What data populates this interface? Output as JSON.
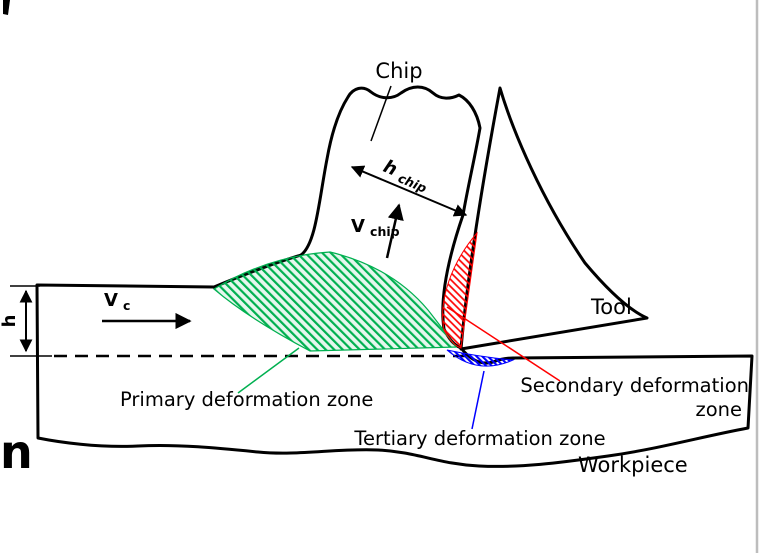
{
  "figure": {
    "chip_label": "Chip",
    "tool_label": "Tool",
    "workpiece_label": "Workpiece",
    "primary_zone_label": "Primary deformation zone",
    "secondary_zone_label_line1": "Secondary deformation",
    "secondary_zone_label_line2": "zone",
    "tertiary_zone_label": "Tertiary deformation zone",
    "h_chip": {
      "main": "h",
      "sub": "chip"
    },
    "v_chip": {
      "main": "V",
      "sub": "chip"
    },
    "v_c": {
      "main": "V",
      "sub": "c"
    },
    "h_label": "h"
  },
  "page": {
    "partial_left_text": "n"
  },
  "colors": {
    "primary_zone_green": "#00b050",
    "secondary_zone_red": "#ff0000",
    "tertiary_zone_blue": "#0000ff",
    "outline_black": "#000000",
    "partial_text_teal": "#1a7a6e",
    "slide_border_gray": "#bdbdbd"
  }
}
